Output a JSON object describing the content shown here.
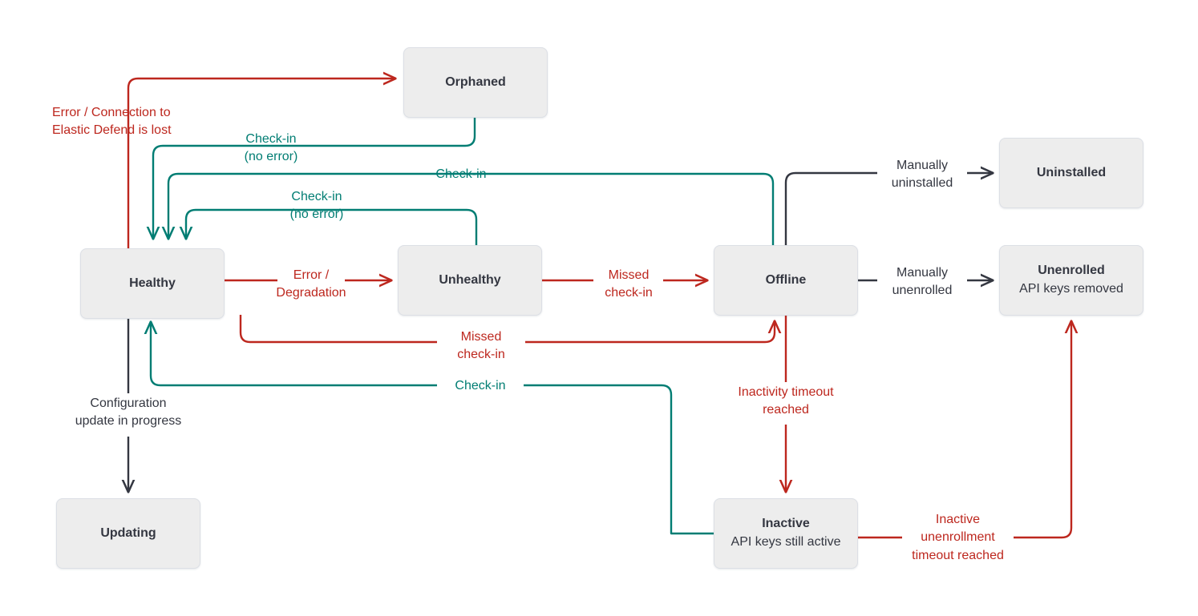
{
  "diagram": {
    "title": "Elastic Agent status state diagram",
    "background": "#ffffff",
    "colors": {
      "error": "#bd271e",
      "success": "#017d73",
      "neutral": "#343741",
      "node_fill": "#ededed",
      "node_border": "#dcdfe5"
    }
  },
  "nodes": [
    {
      "id": "orphaned",
      "title": "Orphaned",
      "sub": ""
    },
    {
      "id": "healthy",
      "title": "Healthy",
      "sub": ""
    },
    {
      "id": "unhealthy",
      "title": "Unhealthy",
      "sub": ""
    },
    {
      "id": "offline",
      "title": "Offline",
      "sub": ""
    },
    {
      "id": "uninstalled",
      "title": "Uninstalled",
      "sub": ""
    },
    {
      "id": "unenrolled",
      "title": "Unenrolled",
      "sub": "API keys removed"
    },
    {
      "id": "inactive",
      "title": "Inactive",
      "sub": "API keys still active"
    },
    {
      "id": "updating",
      "title": "Updating",
      "sub": ""
    }
  ],
  "edge_labels": [
    {
      "id": "err-conn",
      "text": "Error / Connection to\nElastic Defend is lost",
      "color": "error",
      "from": "healthy",
      "to": "orphaned"
    },
    {
      "id": "checkin-noerr-1",
      "text": "Check-in\n(no error)",
      "color": "success",
      "from": "orphaned",
      "to": "healthy"
    },
    {
      "id": "checkin-1",
      "text": "Check-in",
      "color": "success",
      "from": "offline",
      "to": "healthy"
    },
    {
      "id": "checkin-noerr-2",
      "text": "Check-in\n(no error)",
      "color": "success",
      "from": "unhealthy",
      "to": "healthy"
    },
    {
      "id": "err-degradation",
      "text": "Error /\nDegradation",
      "color": "error",
      "from": "healthy",
      "to": "unhealthy"
    },
    {
      "id": "missed-checkin-1",
      "text": "Missed\ncheck-in",
      "color": "error",
      "from": "unhealthy",
      "to": "offline"
    },
    {
      "id": "missed-checkin-2",
      "text": "Missed\ncheck-in",
      "color": "error",
      "from": "healthy",
      "to": "offline"
    },
    {
      "id": "checkin-2",
      "text": "Check-in",
      "color": "success",
      "from": "inactive",
      "to": "healthy"
    },
    {
      "id": "manually-uninst",
      "text": "Manually\nuninstalled",
      "color": "neutral",
      "from": "offline",
      "to": "uninstalled"
    },
    {
      "id": "manually-unenr",
      "text": "Manually\nunenrolled",
      "color": "neutral",
      "from": "offline",
      "to": "unenrolled"
    },
    {
      "id": "config-update",
      "text": "Configuration\nupdate in progress",
      "color": "neutral",
      "from": "healthy",
      "to": "updating"
    },
    {
      "id": "inactivity-to",
      "text": "Inactivity timeout\nreached",
      "color": "error",
      "from": "offline",
      "to": "inactive"
    },
    {
      "id": "inactive-unenr",
      "text": "Inactive\nunenrollment\ntimeout reached",
      "color": "error",
      "from": "inactive",
      "to": "unenrolled"
    }
  ]
}
